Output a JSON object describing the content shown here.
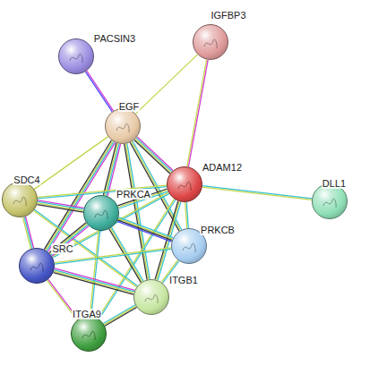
{
  "diagram": {
    "nodes": [
      {
        "text": [
          "PACSIN3"
        ]
      },
      {
        "text": [
          "IGFBP3"
        ]
      },
      {
        "text": [
          "EGF"
        ]
      },
      {
        "text": [
          "SDC4"
        ]
      },
      {
        "text": [
          "ADAM12"
        ]
      },
      {
        "text": [
          "DLL1"
        ]
      },
      {
        "text": [
          "PRKCA"
        ]
      },
      {
        "text": [
          "PRKCB"
        ]
      },
      {
        "text": [
          "SRC"
        ]
      },
      {
        "text": [
          "ITGB1"
        ]
      },
      {
        "text": [
          "ITGA9"
        ]
      }
    ],
    "edges": [
      {
        "from": 0,
        "to": 2,
        "arrow": "none"
      },
      {
        "from": 1,
        "to": 2,
        "arrow": "none"
      },
      {
        "from": 1,
        "to": 4,
        "arrow": "none"
      },
      {
        "from": 2,
        "to": 4,
        "arrow": "none"
      },
      {
        "from": 2,
        "to": 3,
        "arrow": "none"
      },
      {
        "from": 2,
        "to": 6,
        "arrow": "none"
      },
      {
        "from": 2,
        "to": 8,
        "arrow": "none"
      },
      {
        "from": 2,
        "to": 7,
        "arrow": "none"
      },
      {
        "from": 2,
        "to": 9,
        "arrow": "none"
      },
      {
        "from": 4,
        "to": 5,
        "arrow": "none"
      },
      {
        "from": 4,
        "to": 6,
        "arrow": "none"
      },
      {
        "from": 4,
        "to": 3,
        "arrow": "none"
      },
      {
        "from": 4,
        "to": 7,
        "arrow": "none"
      },
      {
        "from": 4,
        "to": 9,
        "arrow": "none"
      },
      {
        "from": 4,
        "to": 8,
        "arrow": "none"
      },
      {
        "from": 4,
        "to": 10,
        "arrow": "none"
      },
      {
        "from": 3,
        "to": 6,
        "arrow": "none"
      },
      {
        "from": 3,
        "to": 8,
        "arrow": "none"
      },
      {
        "from": 3,
        "to": 9,
        "arrow": "none"
      },
      {
        "from": 6,
        "to": 7,
        "arrow": "none"
      },
      {
        "from": 6,
        "to": 8,
        "arrow": "none"
      },
      {
        "from": 6,
        "to": 9,
        "arrow": "none"
      },
      {
        "from": 6,
        "to": 10,
        "arrow": "none"
      },
      {
        "from": 8,
        "to": 9,
        "arrow": "none"
      },
      {
        "from": 8,
        "to": 10,
        "arrow": "none"
      },
      {
        "from": 10,
        "to": 9,
        "arrow": "none"
      },
      {
        "from": 7,
        "to": 9,
        "arrow": "none"
      },
      {
        "from": 7,
        "to": 8,
        "arrow": "none"
      }
    ]
  }
}
